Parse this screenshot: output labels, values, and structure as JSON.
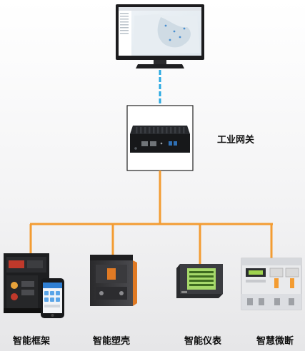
{
  "gateway": {
    "label": "工业网关"
  },
  "devices": [
    {
      "label": "智能框架"
    },
    {
      "label": "智能塑壳"
    },
    {
      "label": "智能仪表"
    },
    {
      "label": "智慧微断"
    }
  ],
  "colors": {
    "network_link": "#29a9e1",
    "bus": "#f39c32",
    "background_top": "#ffffff",
    "background_bottom": "#e6e6e8"
  }
}
